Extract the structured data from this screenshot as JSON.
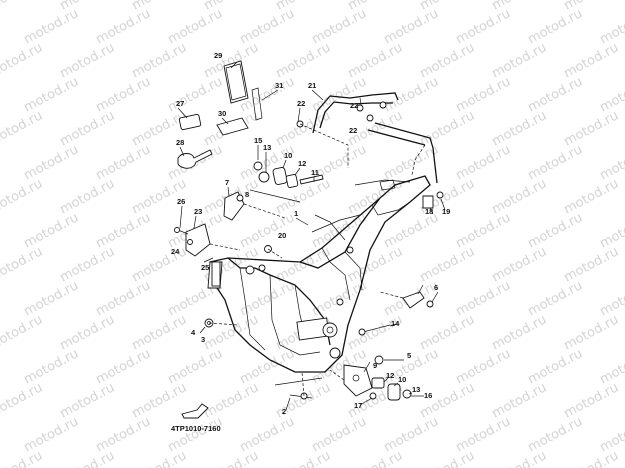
{
  "watermark_text": "motod.ru",
  "diagram_code": "4TP1010-7160",
  "callouts": [
    "29",
    "31",
    "21",
    "27",
    "30",
    "22",
    "22",
    "22",
    "15",
    "13",
    "10",
    "12",
    "11",
    "28",
    "7",
    "8",
    "1",
    "26",
    "23",
    "20",
    "18",
    "19",
    "24",
    "25",
    "6",
    "4",
    "3",
    "14",
    "9",
    "5",
    "12",
    "2",
    "10",
    "13",
    "16",
    "17"
  ],
  "colors": {
    "ink": "#111111",
    "watermark": "#d4d4d4",
    "background": "#ffffff"
  }
}
